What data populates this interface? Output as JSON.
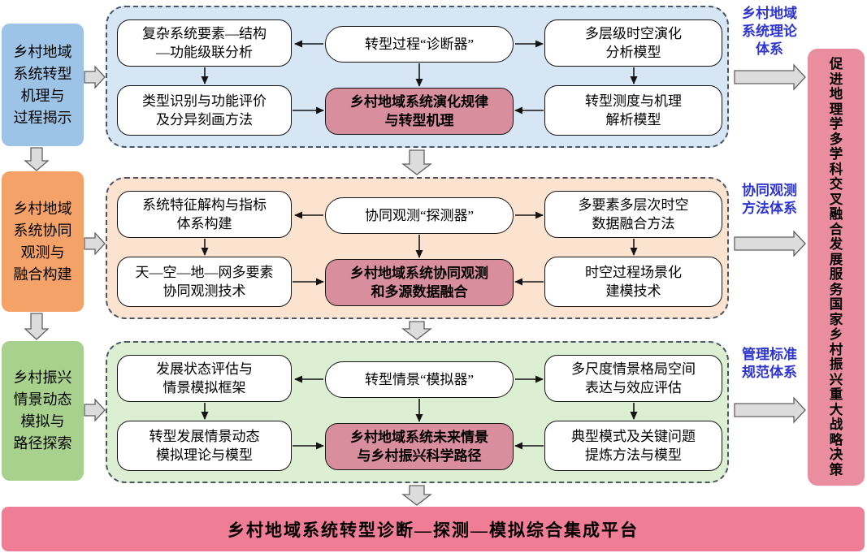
{
  "stages": [
    {
      "left_label": "乡村地域\n系统转型\n机理与\n过程揭示",
      "side_label": "乡村地域\n系统理论\n体系",
      "boxes": {
        "top_left": "复杂系统要素—结构\n—功能级联分析",
        "top_center": "转型过程“诊断器”",
        "top_right": "多层级时空演化\n分析模型",
        "bottom_left": "类型识别与功能评价\n及分异刻画方法",
        "center": "乡村地域系统演化规律\n与转型机理",
        "bottom_right": "转型测度与机理\n解析模型"
      }
    },
    {
      "left_label": "乡村地域\n系统协同\n观测与\n融合构建",
      "side_label": "协同观测\n方法体系",
      "boxes": {
        "top_left": "系统特征解构与指标\n体系构建",
        "top_center": "协同观测“探测器”",
        "top_right": "多要素多层次时空\n数据融合方法",
        "bottom_left": "天—空—地—网多要素\n协同观测技术",
        "center": "乡村地域系统协同观测\n和多源数据融合",
        "bottom_right": "时空过程场景化\n建模技术"
      }
    },
    {
      "left_label": "乡村振兴\n情景动态\n模拟与\n路径探索",
      "side_label": "管理标准\n规范体系",
      "boxes": {
        "top_left": "发展状态评估与\n情景模拟框架",
        "top_center": "转型情景“模拟器”",
        "top_right": "多尺度情景格局空间\n表达与效应评估",
        "bottom_left": "转型发展情景动态\n模拟理论与模型",
        "center": "乡村地域系统未来情景\n与乡村振兴科学路径",
        "bottom_right": "典型模式及关键问题\n提炼方法与模型"
      }
    }
  ],
  "right_panel": {
    "top_text": "促进地理学多学科交叉融合发展",
    "bottom_text": "服务国家乡村振兴重大战略决策"
  },
  "bottom_bar": {
    "label": "乡村地域系统转型诊断—探测—模拟综合集成平台"
  },
  "colors": {
    "stage_blue": "#9dc3e6",
    "stage_orange": "#f4a267",
    "stage_green": "#a9d18e",
    "panel_blue": "#d6e6f5",
    "panel_orange": "#fce3cf",
    "panel_green": "#dcefd2",
    "highlight_pink": "#d98e9d",
    "right_panel_pink": "#ea8d9f",
    "bottom_bar_pink": "#ee7d95",
    "side_label_blue": "#2e35cf"
  }
}
